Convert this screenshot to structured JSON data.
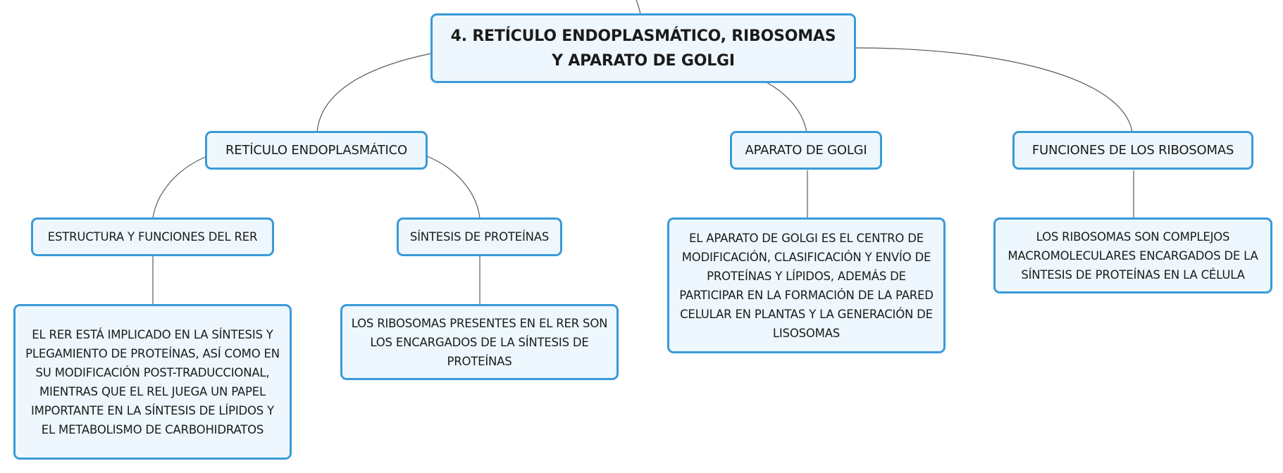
{
  "root": {
    "title": "4. RETÍCULO ENDOPLASMÁTICO, RIBOSOMAS Y APARATO DE GOLGI"
  },
  "topics": {
    "reticulo": "RETÍCULO ENDOPLASMÁTICO",
    "golgi": "APARATO DE GOLGI",
    "ribosomas": "FUNCIONES DE LOS RIBOSOMAS"
  },
  "subtopics": {
    "rer": "ESTRUCTURA Y FUNCIONES DEL RER",
    "sintesis": "SÍNTESIS DE PROTEÍNAS"
  },
  "details": {
    "rer": "EL RER ESTÁ IMPLICADO EN LA SÍNTESIS Y PLEGAMIENTO DE PROTEÍNAS, ASÍ COMO EN SU MODIFICACIÓN POST-TRADUCCIONAL, MIENTRAS QUE EL REL JUEGA UN PAPEL IMPORTANTE EN LA SÍNTESIS DE LÍPIDOS Y EL METABOLISMO DE CARBOHIDRATOS",
    "sintesis": "LOS RIBOSOMAS PRESENTES EN EL RER SON LOS ENCARGADOS DE LA SÍNTESIS DE PROTEÍNAS",
    "golgi": "EL APARATO DE GOLGI ES EL CENTRO DE MODIFICACIÓN, CLASIFICACIÓN Y ENVÍO DE PROTEÍNAS Y LÍPIDOS, ADEMÁS DE PARTICIPAR EN LA FORMACIÓN DE LA PARED CELULAR EN PLANTAS Y LA GENERACIÓN DE LISOSOMAS",
    "ribosomas": "LOS RIBOSOMAS SON COMPLEJOS MACROMOLECULARES ENCARGADOS DE LA SÍNTESIS DE PROTEÍNAS EN LA CÉLULA"
  },
  "colors": {
    "node_border": "#3a9ad9",
    "node_fill": "#eef7fd",
    "connector": "#5a5a5a",
    "text": "#1b1b1b"
  }
}
